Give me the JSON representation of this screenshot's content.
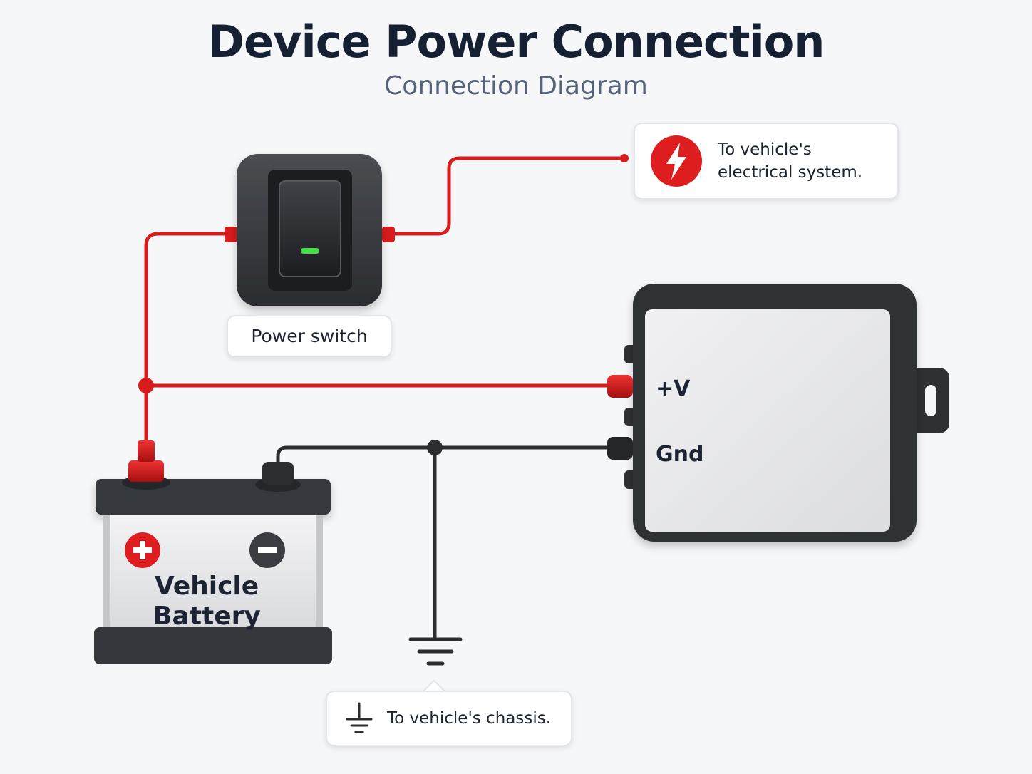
{
  "header": {
    "title": "Device Power Connection",
    "subtitle": "Connection Diagram"
  },
  "callouts": {
    "electrical_line1": "To vehicle's",
    "electrical_line2": "electrical system.",
    "switch": "Power switch",
    "chassis": "To vehicle's chassis."
  },
  "device": {
    "positive_label": "+V",
    "ground_label": "Gnd"
  },
  "battery": {
    "line1": "Vehicle",
    "line2": "Battery"
  },
  "colors": {
    "positive_wire": "#d81b1b",
    "ground_wire": "#2b2d31",
    "indicator": "#4ade4a"
  },
  "icons": {
    "electrical": "lightning-bolt-icon",
    "chassis": "ground-symbol-icon",
    "battery_positive": "plus-icon",
    "battery_negative": "minus-icon"
  }
}
